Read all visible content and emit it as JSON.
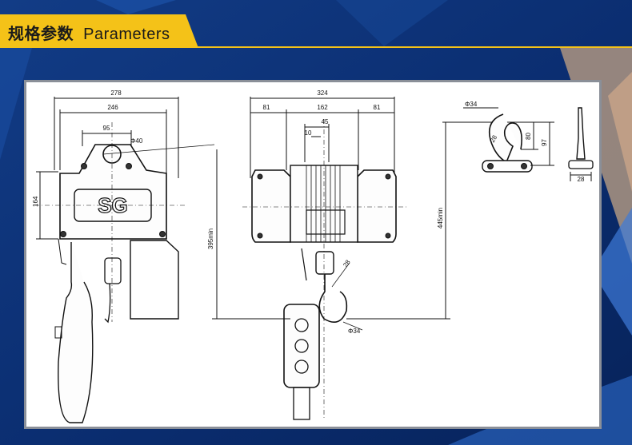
{
  "header": {
    "title_cn": "规格参数",
    "title_en": "Parameters"
  },
  "colors": {
    "background": "#0a2c6e",
    "accent": "#f4c218",
    "panel_border": "#8a8f98"
  },
  "side_view": {
    "dim_total_width": "278",
    "dim_body_width": "246",
    "dim_hook_offset": "95",
    "dim_hole_dia": "Φ40",
    "dim_height": "164",
    "logo_text": "SG"
  },
  "front_view": {
    "dim_total_width": "324",
    "dim_left": "81",
    "dim_center": "162",
    "dim_right": "81",
    "dim_45": "45",
    "dim_10": "10",
    "dim_395": "395min",
    "dim_445": "445min",
    "dim_hook_dia": "Φ34",
    "dim_hook_28": "28"
  },
  "hook_detail": {
    "dim_dia": "Φ34",
    "dim_28a": "28",
    "dim_80": "80",
    "dim_97": "97",
    "dim_28b": "28"
  }
}
